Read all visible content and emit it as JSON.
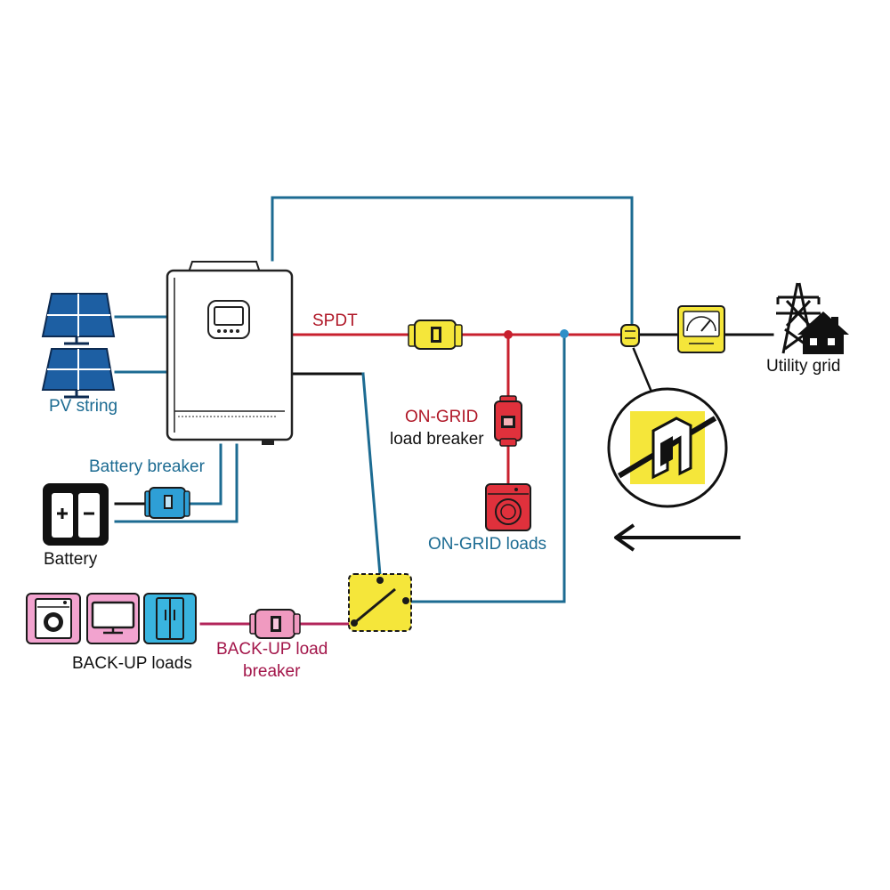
{
  "labels": {
    "pv_string": "PV string",
    "battery_breaker": "Battery breaker",
    "battery": "Battery",
    "spdt": "SPDT",
    "on_grid_line1": "ON-GRID",
    "on_grid_line2": "load breaker",
    "on_grid_loads": "ON-GRID loads",
    "utility_grid": "Utility grid",
    "backup_loads": "BACK-UP loads",
    "backup_breaker_line1": "BACK-UP load",
    "backup_breaker_line2": "breaker"
  },
  "icons": [
    "solar-panel-icon",
    "inverter-icon",
    "battery-icon",
    "breaker-icon",
    "washing-machine-icon",
    "tv-icon",
    "refrigerator-icon",
    "meter-icon",
    "transmission-tower-icon",
    "house-icon",
    "ct-clamp-icon",
    "switch-icon",
    "arrow-left-icon"
  ],
  "colors": {
    "blue_wire": "#1c6b92",
    "red_wire": "#c8202e",
    "pink_wire": "#b2245a",
    "black_wire": "#111111",
    "yellow": "#f5e63a",
    "red_breaker": "#e0313c",
    "blue_breaker": "#2e9fd6",
    "pink_breaker": "#f09ac0",
    "backup_pink": "#f2a3cf",
    "backup_cyan": "#39b4df"
  }
}
